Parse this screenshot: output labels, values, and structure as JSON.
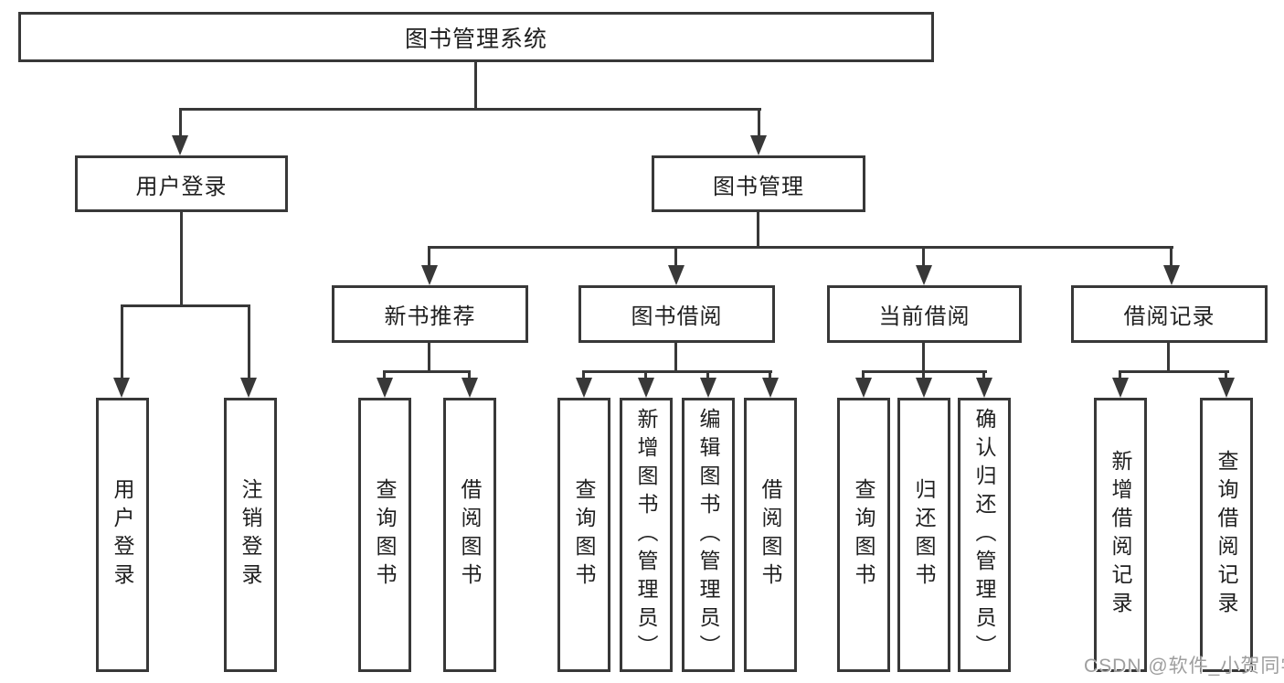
{
  "diagram": {
    "root_label": "图书管理系统",
    "login_branch": {
      "label": "用户登录",
      "children": [
        "用户登录",
        "注销登录"
      ]
    },
    "mgmt_branch": {
      "label": "图书管理",
      "groups": [
        {
          "label": "新书推荐",
          "children": [
            "查询图书",
            "借阅图书"
          ]
        },
        {
          "label": "图书借阅",
          "children": [
            "查询图书",
            "新增图书（管理员）",
            "编辑图书（管理员）",
            "借阅图书"
          ]
        },
        {
          "label": "当前借阅",
          "children": [
            "查询图书",
            "归还图书",
            "确认归还（管理员）"
          ]
        },
        {
          "label": "借阅记录",
          "children": [
            "新增借阅记录",
            "查询借阅记录"
          ]
        }
      ]
    }
  },
  "watermark": {
    "text": "CSDN @软件_小贺同学"
  },
  "colors": {
    "line": "#383838",
    "box_fill": "#ffffff",
    "text": "#1f1f1f",
    "watermark": "#9e9e9e"
  }
}
